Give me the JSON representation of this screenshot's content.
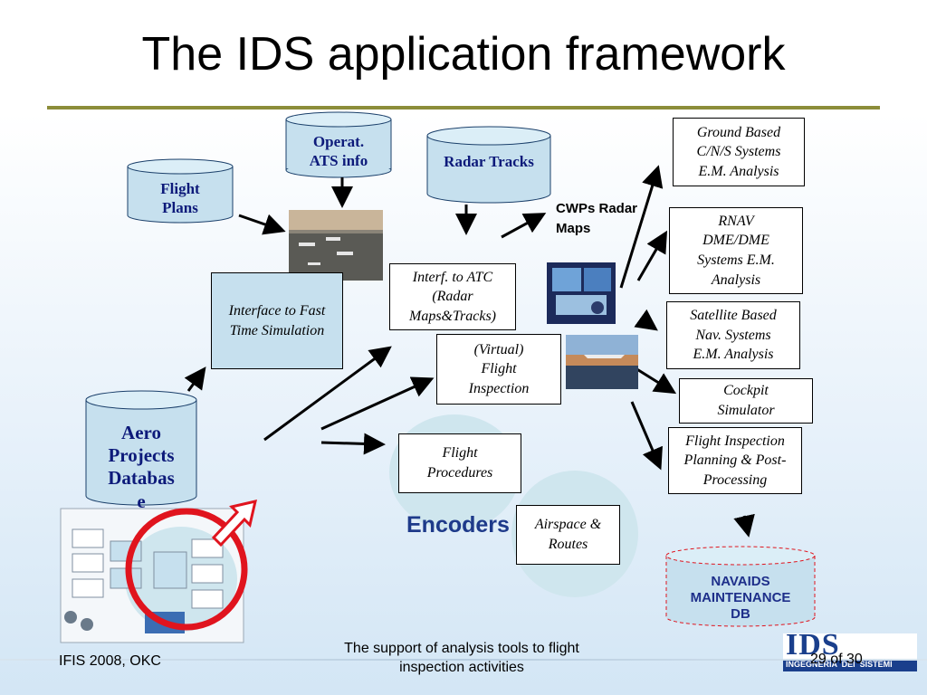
{
  "title": "The IDS application framework",
  "nodes": {
    "operat_ats": [
      "Operat.",
      "ATS info"
    ],
    "flight_plans": [
      "Flight",
      "Plans"
    ],
    "radar_tracks": "Radar Tracks",
    "cwps_radar_maps": [
      "CWPs Radar",
      "Maps"
    ],
    "interface_fast_time": [
      "Interface  to Fast",
      "Time Simulation"
    ],
    "interf_atc": [
      "Interf. to ATC",
      "(Radar",
      "Maps&Tracks)"
    ],
    "virtual_fi": [
      "(Virtual)",
      "Flight",
      "Inspection"
    ],
    "flight_procedures": [
      "Flight",
      "Procedures"
    ],
    "airspace_routes": [
      "Airspace &",
      "Routes"
    ],
    "encoders": "Encoders",
    "aero_db": [
      "Aero",
      "Projects",
      "Databas",
      "e"
    ],
    "ground_based": [
      "Ground Based",
      "C/N/S Systems",
      "E.M. Analysis"
    ],
    "rnav": [
      "RNAV",
      "DME/DME",
      "Systems E.M.",
      "Analysis"
    ],
    "satellite": [
      "Satellite Based",
      "Nav. Systems",
      "E.M. Analysis"
    ],
    "cockpit": [
      "Cockpit",
      "Simulator"
    ],
    "fi_planning": [
      "Flight Inspection",
      "Planning & Post-",
      "Processing"
    ],
    "navaids_db": [
      "NAVAIDS",
      "MAINTENANCE",
      "DB"
    ]
  },
  "footer": {
    "left": "IFIS 2008, OKC",
    "center": [
      "The support of analysis tools to flight",
      "inspection activities"
    ],
    "page": "29 of 30"
  },
  "logo": {
    "letters": "IDS",
    "tagline": "INGEGNERIA  DEI  SISTEMI"
  },
  "colors": {
    "title_rule": "#8c8d3a",
    "cylinder_fill": "#c6e0ee",
    "cylinder_text": "#0d1a7a",
    "encoders_blob": "#cfe6ee",
    "encoders_text": "#1e3a8a",
    "highlight_circle": "#e0141e",
    "navaids_border": "#e0141e",
    "logo_color": "#1a3f8c"
  }
}
